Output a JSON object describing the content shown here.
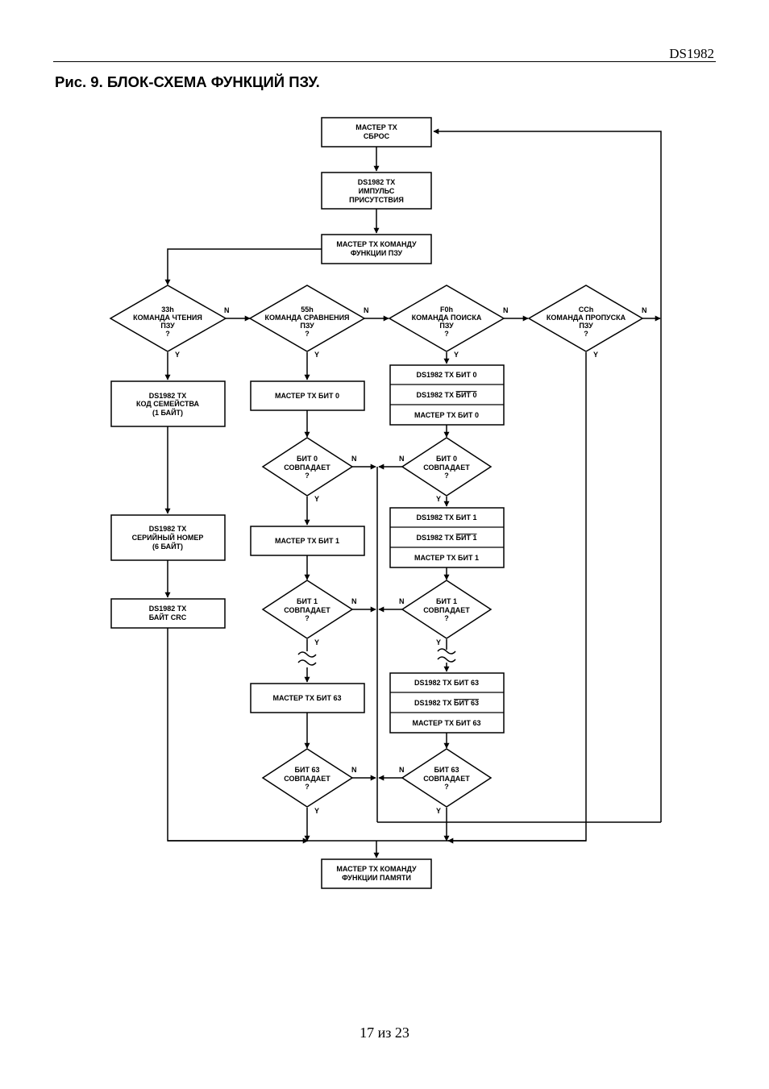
{
  "header": {
    "doc_code": "DS1982"
  },
  "figure": {
    "title": "Рис. 9. БЛОК-СХЕМА ФУНКЦИЙ ПЗУ."
  },
  "footer": {
    "page": "17 из 23"
  },
  "flow": {
    "master_reset": [
      "МАСТЕР TX",
      "СБРОС"
    ],
    "presence": [
      "DS1982 TX",
      "ИМПУЛЬС",
      "ПРИСУТСТВИЯ"
    ],
    "rom_cmd": [
      "МАСТЕР TX КОМАНДУ",
      "ФУНКЦИИ ПЗУ"
    ],
    "d_read": [
      "33h",
      "КОМАНДА ЧТЕНИЯ",
      "ПЗУ",
      "?"
    ],
    "d_match": [
      "55h",
      "КОМАНДА СРАВНЕНИЯ",
      "ПЗУ",
      "?"
    ],
    "d_search": [
      "F0h",
      "КОМАНДА ПОИСКА",
      "ПЗУ",
      "?"
    ],
    "d_skip": [
      "CCh",
      "КОМАНДА ПРОПУСКА",
      "ПЗУ",
      "?"
    ],
    "family": [
      "DS1982 TX",
      "КОД СЕМЕЙСТВА",
      "(1 БАЙТ)"
    ],
    "serial": [
      "DS1982 TX",
      "СЕРИЙНЫЙ НОМЕР",
      "(6 БАЙТ)"
    ],
    "crc": [
      "DS1982 TX",
      "БАЙТ CRC"
    ],
    "m_bit0": "МАСТЕР TX БИТ 0",
    "m_bit1": "МАСТЕР TX БИТ 1",
    "m_bit63": "МАСТЕР TX БИТ 63",
    "s_bit0": {
      "prefix": "DS1982 TX ",
      "r1": "БИТ 0",
      "r2": "БИТ 0",
      "r3": "МАСТЕР TX БИТ 0"
    },
    "s_bit1": {
      "prefix": "DS1982 TX ",
      "r1": "БИТ 1",
      "r2": "БИТ 1",
      "r3": "МАСТЕР TX БИТ 1"
    },
    "s_bit63": {
      "prefix": "DS1982 TX ",
      "r1": "БИТ 63",
      "r2": "БИТ 63",
      "r3": "МАСТЕР TX БИТ 63"
    },
    "cmp_bit0": [
      "БИТ 0",
      "СОВПАДАЕТ",
      "?"
    ],
    "cmp_bit1": [
      "БИТ 1",
      "СОВПАДАЕТ",
      "?"
    ],
    "cmp_bit63": [
      "БИТ 63",
      "СОВПАДАЕТ",
      "?"
    ],
    "mem_cmd": [
      "МАСТЕР TX КОМАНДУ",
      "ФУНКЦИИ ПАМЯТИ"
    ],
    "yes": "Y",
    "no": "N"
  }
}
